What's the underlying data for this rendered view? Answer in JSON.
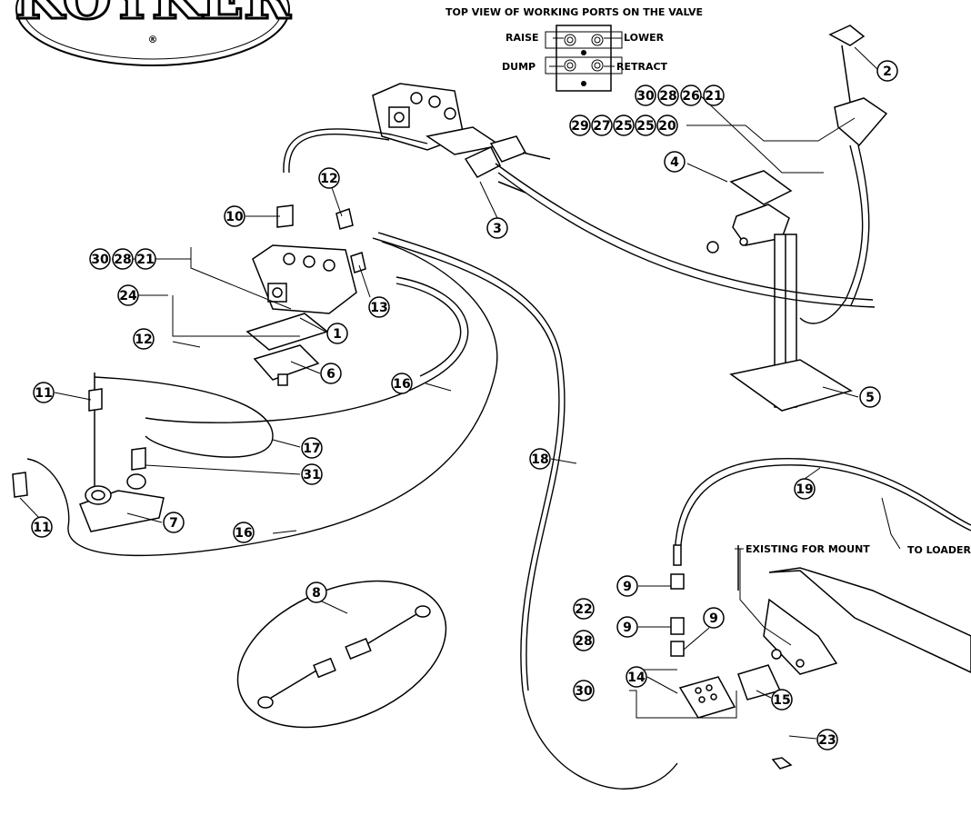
{
  "logo": {
    "text": "KOYKER",
    "registered": "®"
  },
  "valve_view": {
    "title": "TOP VIEW OF WORKING PORTS ON THE VALVE",
    "raise": "RAISE",
    "lower": "LOWER",
    "dump": "DUMP",
    "retract": "RETRACT"
  },
  "notes": {
    "existing_mount": "EXISTING FOR MOUNT",
    "to_loader": "TO LOADER"
  },
  "callouts": {
    "c1": "1",
    "c2": "2",
    "c3": "3",
    "c4": "4",
    "c5": "5",
    "c6": "6",
    "c7": "7",
    "c8": "8",
    "c9a": "9",
    "c9b": "9",
    "c9c": "9",
    "c10": "10",
    "c11a": "11",
    "c11b": "11",
    "c12a": "12",
    "c12b": "12",
    "c13": "13",
    "c14": "14",
    "c15": "15",
    "c16a": "16",
    "c16b": "16",
    "c17": "17",
    "c18": "18",
    "c19": "19",
    "c20": "20",
    "c21a": "21",
    "c21b": "21",
    "c22": "22",
    "c23": "23",
    "c24": "24",
    "c25a": "25",
    "c25b": "25",
    "c26": "26",
    "c27": "27",
    "c28a": "28",
    "c28b": "28",
    "c28c": "28",
    "c29": "29",
    "c30a": "30",
    "c30b": "30",
    "c30c": "30",
    "c31": "31"
  }
}
